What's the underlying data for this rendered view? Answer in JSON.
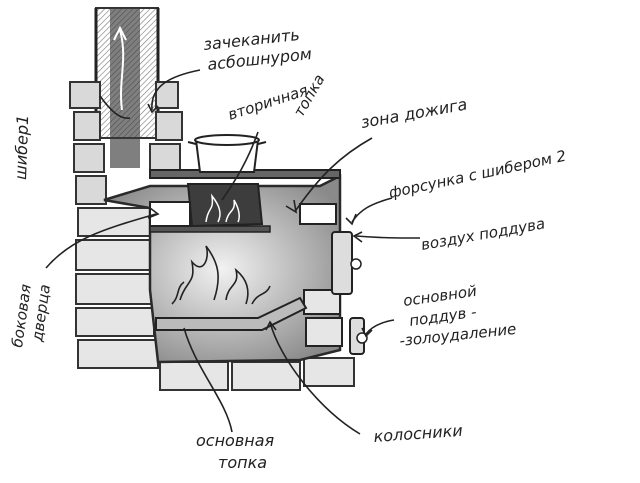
{
  "labels": {
    "caulk": [
      "зачеканить",
      "асбошнуром"
    ],
    "damper1": "шибер1",
    "secondary_firebox": [
      "вторичная",
      "топка"
    ],
    "afterburn_zone": "зона дожига",
    "nozzle": "форсунка с шибером 2",
    "air": "воздух поддува",
    "side_door": [
      "боковая",
      "дверца"
    ],
    "main_blow": [
      "основной",
      "поддув -",
      "-золоудаление"
    ],
    "grates": "колосники",
    "main_firebox": [
      "основная",
      "топка"
    ]
  },
  "colors": {
    "ink": "#2a2a2a",
    "shade": "#9a9a9a",
    "dark": "#555555",
    "paper": "#ffffff"
  }
}
